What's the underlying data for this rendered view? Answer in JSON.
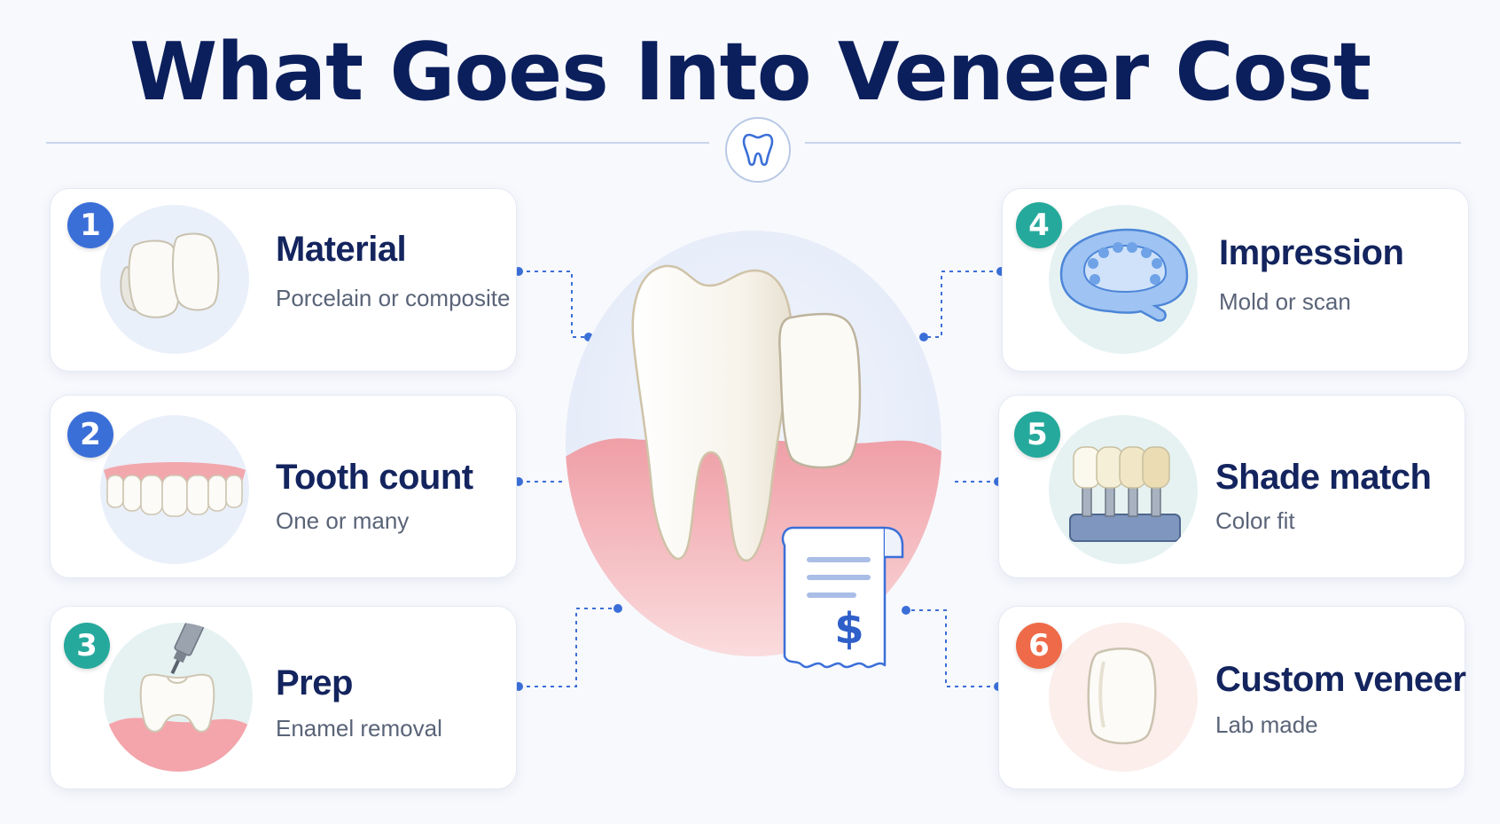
{
  "title": "What Goes Into Veneer Cost",
  "colors": {
    "title": "#0b1f5c",
    "blue_badge": "#3b6fd8",
    "teal_badge": "#25a99c",
    "orange_badge": "#ef6a48",
    "connector": "#3b6fd8"
  },
  "center_icons": [
    "tooth-with-veneer",
    "receipt-icon"
  ],
  "receipt_symbol": "$",
  "items": [
    {
      "number": "1",
      "label": "Material",
      "sub": "Porcelain or composite",
      "icon": "veneer-shells-icon"
    },
    {
      "number": "2",
      "label": "Tooth count",
      "sub": "One or many",
      "icon": "teeth-row-icon"
    },
    {
      "number": "3",
      "label": "Prep",
      "sub": "Enamel removal",
      "icon": "dental-drill-icon"
    },
    {
      "number": "4",
      "label": "Impression",
      "sub": "Mold or scan",
      "icon": "impression-tray-icon"
    },
    {
      "number": "5",
      "label": "Shade match",
      "sub": "Color fit",
      "icon": "shade-guide-icon"
    },
    {
      "number": "6",
      "label": "Custom veneer",
      "sub": "Lab made",
      "icon": "veneer-shell-icon"
    }
  ]
}
